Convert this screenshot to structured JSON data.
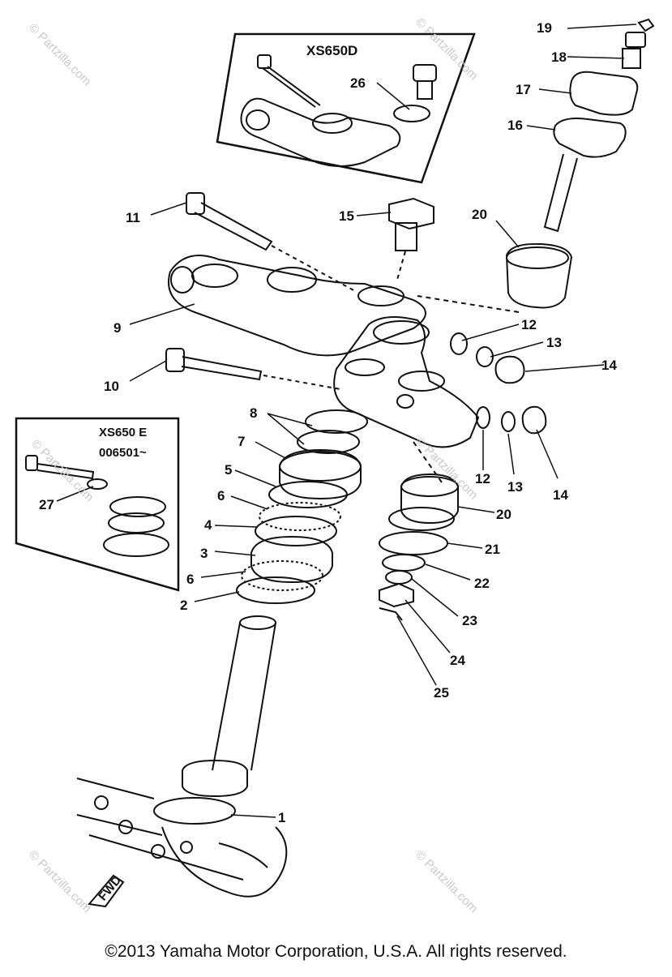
{
  "diagram": {
    "inset_top": {
      "title": "XS650D"
    },
    "inset_left": {
      "title": "XS650 E",
      "subtitle": "006501~"
    },
    "callouts": [
      "1",
      "2",
      "3",
      "4",
      "5",
      "6",
      "6",
      "7",
      "8",
      "9",
      "10",
      "11",
      "12",
      "12",
      "13",
      "13",
      "14",
      "14",
      "15",
      "16",
      "17",
      "18",
      "19",
      "20",
      "20",
      "21",
      "22",
      "23",
      "24",
      "25",
      "26",
      "27"
    ],
    "fwd_badge": "FWD",
    "watermark": "© Partzilla.com",
    "copyright": "©2013  Yamaha Motor Corporation, U.S.A. All rights reserved."
  }
}
